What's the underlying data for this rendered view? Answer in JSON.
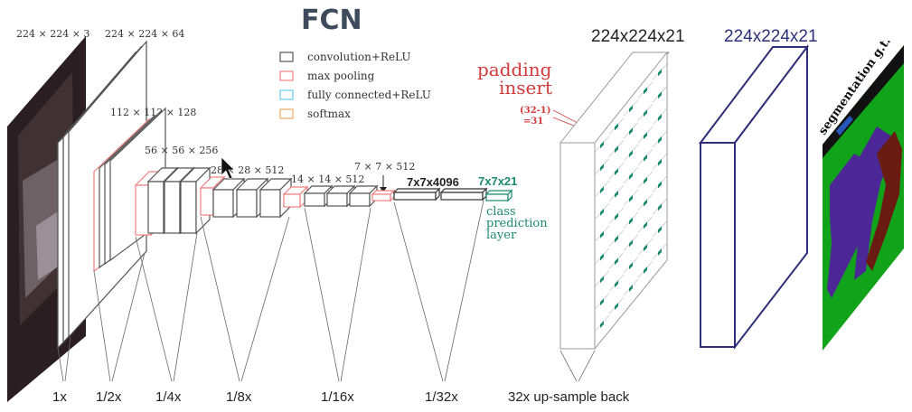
{
  "title": "FCN",
  "legend": [
    {
      "label": "convolution+ReLU",
      "color": "#555555"
    },
    {
      "label": "max pooling",
      "color": "#f08080"
    },
    {
      "label": "fully connected+ReLU",
      "color": "#66ccee"
    },
    {
      "label": "softmax",
      "color": "#f0a860"
    }
  ],
  "dims": {
    "input": "224 × 224 × 3",
    "conv1": "224 × 224 × 64",
    "conv2": "112 × 112 × 128",
    "conv3": "56 × 56 × 256",
    "conv4": "28 × 28 × 512",
    "conv5": "14 × 14 × 512",
    "pool5": "7 × 7 × 512",
    "fc": "7x7x4096",
    "class_layer": "7x7x21",
    "upsample": "224x224x21",
    "output": "224x224x21"
  },
  "class_prediction_label": "class prediction layer",
  "padding_label": "padding insert",
  "padding_value": "(32-1) =31",
  "scales": [
    "1x",
    "1/2x",
    "1/4x",
    "1/8x",
    "1/16x",
    "1/32x",
    "32x up-sample back"
  ],
  "segmentation_label": "segmentation g.t.",
  "colors": {
    "conv": "#555555",
    "pool": "#f08080",
    "green": "#1b8a6b",
    "red": "#d23b3b",
    "navy": "#2e2e7a",
    "seg_green": "#11a31a",
    "seg_purple": "#4b2896",
    "seg_brown": "#6b1c12",
    "seg_blue": "#2656b8"
  }
}
